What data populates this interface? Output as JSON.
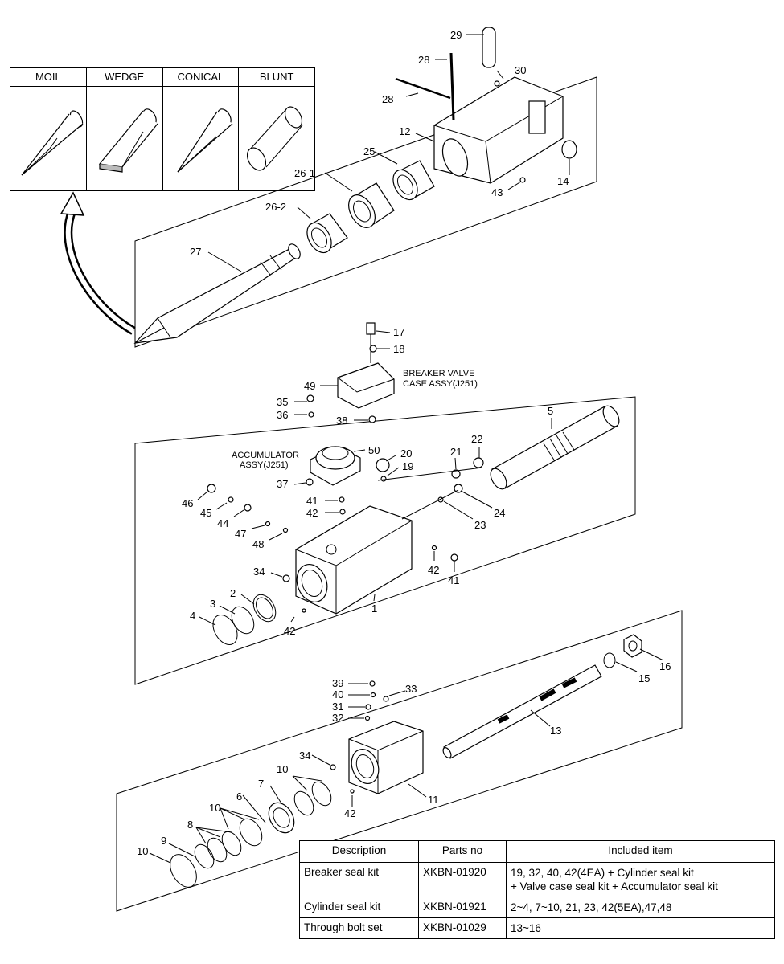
{
  "tool_types": [
    {
      "name": "MOIL",
      "icon": "moil-tool-icon"
    },
    {
      "name": "WEDGE",
      "icon": "wedge-tool-icon"
    },
    {
      "name": "CONICAL",
      "icon": "conical-tool-icon"
    },
    {
      "name": "BLUNT",
      "icon": "blunt-tool-icon"
    }
  ],
  "callouts": {
    "c1": "1",
    "c2": "2",
    "c3": "3",
    "c4": "4",
    "c5": "5",
    "c6": "6",
    "c7": "7",
    "c8": "8",
    "c9": "9",
    "c10a": "10",
    "c10b": "10",
    "c10c": "10",
    "c11": "11",
    "c12": "12",
    "c13": "13",
    "c14": "14",
    "c15": "15",
    "c16": "16",
    "c17": "17",
    "c18": "18",
    "c19": "19",
    "c20": "20",
    "c21": "21",
    "c22": "22",
    "c23": "23",
    "c24": "24",
    "c25": "25",
    "c26_1": "26-1",
    "c26_2": "26-2",
    "c27": "27",
    "c28a": "28",
    "c28b": "28",
    "c29": "29",
    "c30": "30",
    "c31": "31",
    "c32": "32",
    "c33": "33",
    "c34a": "34",
    "c34b": "34",
    "c35": "35",
    "c36": "36",
    "c37": "37",
    "c38": "38",
    "c39": "39",
    "c40": "40",
    "c41a": "41",
    "c41b": "41",
    "c42a": "42",
    "c42b": "42",
    "c42c": "42",
    "c42d": "42",
    "c43": "43",
    "c44": "44",
    "c45": "45",
    "c46": "46",
    "c47": "47",
    "c48": "48",
    "c49": "49",
    "c50": "50"
  },
  "assembly_labels": {
    "valve_case_l1": "BREAKER VALVE",
    "valve_case_l2": "CASE ASSY(J251)",
    "accumulator_l1": "ACCUMULATOR",
    "accumulator_l2": "ASSY(J251)"
  },
  "kit_table": {
    "headers": [
      "Description",
      "Parts no",
      "Included item"
    ],
    "rows": [
      {
        "description": "Breaker seal kit",
        "parts_no": "XKBN-01920",
        "included": [
          "19, 32, 40, 42(4EA) + Cylinder seal kit",
          "+ Valve case seal kit + Accumulator seal kit"
        ]
      },
      {
        "description": "Cylinder seal kit",
        "parts_no": "XKBN-01921",
        "included": [
          "2~4, 7~10, 21, 23, 42(5EA),47,48"
        ]
      },
      {
        "description": "Through bolt set",
        "parts_no": "XKBN-01029",
        "included": [
          "13~16"
        ]
      }
    ]
  }
}
